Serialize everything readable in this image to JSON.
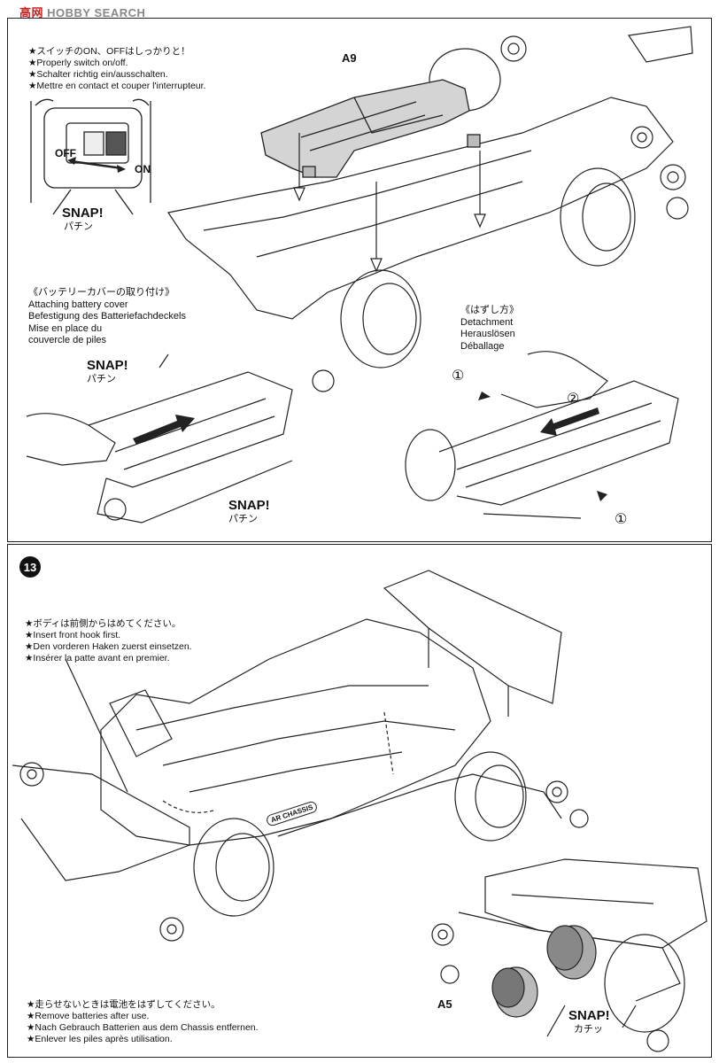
{
  "watermark": {
    "part1": "高",
    "part2": "网",
    "part3": "HOBBY SEARCH"
  },
  "top_panel": {
    "switch_note": [
      "★スイッチのON、OFFはしっかりと！",
      "★Properly switch on/off.",
      "★Schalter richtig ein/ausschalten.",
      "★Mettre en contact et couper l'interrupteur."
    ],
    "off_label": "OFF",
    "on_label": "ON",
    "switch_snap": "SNAP!",
    "switch_snap_kana": "パチン",
    "part_label": "A9",
    "attach_title": [
      "《バッテリーカバーの取り付け》",
      "Attaching battery cover",
      "Befestigung des Batteriefachdeckels",
      "Mise en place du",
      "couvercle de piles"
    ],
    "attach_snap1": "SNAP!",
    "attach_snap1_kana": "パチン",
    "attach_snap2": "SNAP!",
    "attach_snap2_kana": "パチン",
    "detach_title": [
      "《はずし方》",
      "Detachment",
      "Herauslösen",
      "Déballage"
    ],
    "marker1": "①",
    "marker2": "②",
    "marker3": "①"
  },
  "bottom_panel": {
    "step_number": "13",
    "body_note": [
      "★ボディは前側からはめてください。",
      "★Insert front hook first.",
      "★Den vorderen Haken zuerst einsetzen.",
      "★Insérer la patte avant en premier."
    ],
    "battery_note": [
      "★走らせないときは電池をはずしてください。",
      "★Remove batteries after use.",
      "★Nach Gebrauch Batterien aus dem Chassis entfernen.",
      "★Enlever les piles après utilisation."
    ],
    "part_label": "A5",
    "snap": "SNAP!",
    "snap_kana": "カチッ",
    "body_logo": "AR CHASSIS"
  }
}
